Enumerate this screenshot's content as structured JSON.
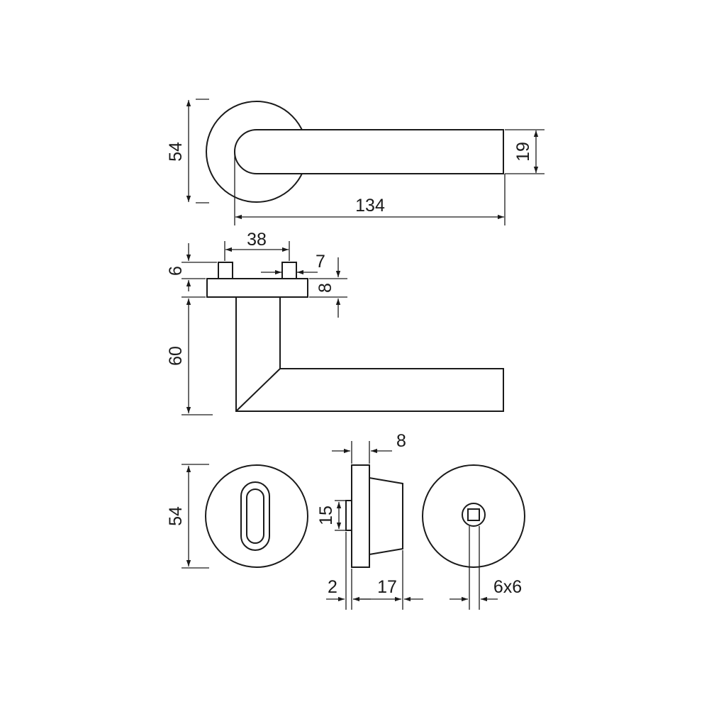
{
  "dimensions": {
    "lever_rose_diameter": "54",
    "lever_height": "19",
    "lever_length": "134",
    "pin_spacing": "38",
    "pin_height": "6",
    "pin_width": "7",
    "rose_thickness": "8",
    "lever_depth": "60",
    "escutcheon_diameter": "54",
    "escutcheon_thickness": "8",
    "boss_height": "15",
    "plate_offset": "2",
    "boss_depth": "17",
    "square_spindle": "6x6"
  }
}
